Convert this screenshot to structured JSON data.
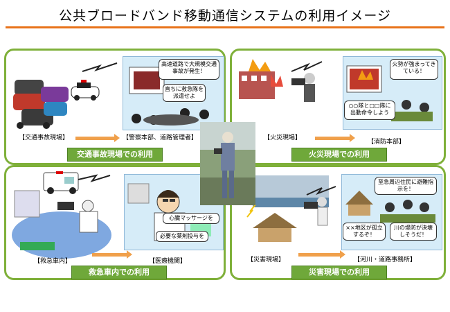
{
  "title": "公共ブロードバンド移動通信システムの利用イメージ",
  "panels": {
    "traffic": {
      "label": "交通事故現場での利用",
      "site": "【交通事故現場】",
      "hq": "【警察本部、道路管理者】",
      "bubble1": "高速道路で大規模交通事故が発生！",
      "bubble2": "直ちに救急隊を派遣せよ"
    },
    "fire": {
      "label": "火災現場での利用",
      "site": "【火災現場】",
      "hq": "【消防本部】",
      "bubble1": "火勢が強まってきている！",
      "bubble2": "○○隊と□□隊に出動命令しよう"
    },
    "ambulance": {
      "label": "救急車内での利用",
      "site": "【救急車内】",
      "hq": "【医療機関】",
      "bubble1": "心臓マッサージを",
      "bubble2": "必要な薬剤投与を"
    },
    "disaster": {
      "label": "災害現場での利用",
      "site": "【災害現場】",
      "hq": "【河川・道路事務所】",
      "bubble1": "至急周辺住民に避難指示を！",
      "bubble2": "××地区が孤立するぞ！",
      "bubble3": "川の堤防が決壊しそうだ！"
    }
  },
  "colors": {
    "accent": "#e8731a",
    "panel_border": "#7fb03a",
    "panel_title": "#6fa83a",
    "screen_bg": "#d6ecf8",
    "arrow": "#f0a04b"
  }
}
